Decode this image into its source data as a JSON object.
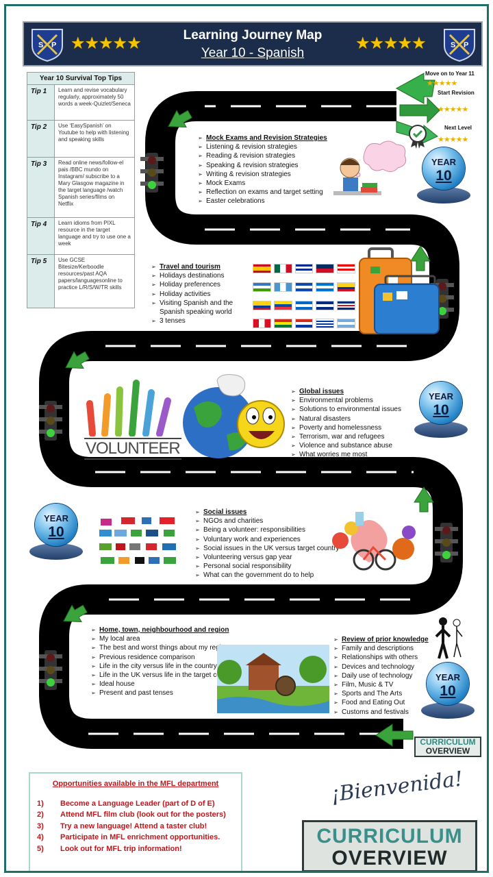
{
  "header": {
    "title": "Learning Journey Map",
    "subtitle": "Year 10 - Spanish",
    "crest_text": "SP",
    "stars": "★★★★★"
  },
  "tips": {
    "heading": "Year 10 Survival Top Tips",
    "items": [
      {
        "label": "Tip 1",
        "text": "Learn and revise vocabulary regularly, approximately 50 words a week-Quizlet/Seneca"
      },
      {
        "label": "Tip 2",
        "text": "Use ‘EasySpanish’ on Youtube to help with listening and speaking skills"
      },
      {
        "label": "Tip 3",
        "text": "Read online news/follow-el pais /BBC mundo on Instagram/ subscribe to a Mary Glasgow magazine in the target language /watch Spanish series/films on Netflix"
      },
      {
        "label": "Tip 4",
        "text": "Learn idioms from PIXL resource in the target language and try to use one a week"
      },
      {
        "label": "Tip 5",
        "text": "Use GCSE Bitesize/Kerboodle resources/past AQA papers/languagesonline to practice L/R/S/W/TR skills"
      }
    ]
  },
  "progress": {
    "move_on": "Move on to Year 11",
    "start_revision": "Start Revision",
    "next_level": "Next Level",
    "mini_stars": "★★★★★"
  },
  "badge": {
    "year_label": "YEAR",
    "year_number": "10"
  },
  "topics": {
    "mock": {
      "title": "Mock Exams and Revision Strategies",
      "items": [
        "Listening & revision strategies",
        "Reading & revision strategies",
        "Speaking & revision strategies",
        "Writing & revision strategies",
        "Mock Exams",
        "Reflection on exams and target setting",
        "Easter celebrations"
      ]
    },
    "travel": {
      "title": "Travel and tourism",
      "items": [
        "Holidays destinations",
        "Holiday preferences",
        "Holiday activities",
        "Visiting Spanish and the Spanish speaking world",
        "3 tenses"
      ]
    },
    "global": {
      "title": "Global issues",
      "items": [
        "Environmental problems",
        "Solutions to environmental issues",
        "Natural disasters",
        "Poverty and homelessness",
        "Terrorism, war and refugees",
        "Violence and substance abuse",
        "What worries me most"
      ]
    },
    "social": {
      "title": "Social issues",
      "items": [
        "NGOs and charities",
        "Being a volunteer: responsibilities",
        "Voluntary work and experiences",
        "Social issues in the UK versus target country",
        "Volunteering versus gap year",
        "Personal social responsibility",
        "What can the government do to help"
      ]
    },
    "home": {
      "title": "Home, town, neighbourhood and region",
      "items": [
        "My local area",
        "The best and worst things about my region",
        "Previous residence comparison",
        "Life in the city versus life in the country",
        "Life in the UK versus life in the target country",
        "Ideal house",
        "Present and past tenses"
      ]
    },
    "review": {
      "title": "Review of prior knowledge",
      "items": [
        "Family and descriptions",
        "Relationships with others",
        "Devices and technology",
        "Daily use of technology",
        "Film, Music & TV",
        "Sports and The Arts",
        "Food and Eating Out",
        "Customs and festivals"
      ]
    }
  },
  "volunteer_word": "VOLUNTEER",
  "opportunities": {
    "title": "Opportunities available in the MFL department",
    "items": [
      {
        "num": "1)",
        "text": "Become a Language Leader (part of D of E)"
      },
      {
        "num": "2)",
        "text": "Attend MFL film club (look out for the posters)"
      },
      {
        "num": "3)",
        "text": "Try a new language! Attend a taster club!"
      },
      {
        "num": "4)",
        "text": "Participate in MFL enrichment opportunities."
      },
      {
        "num": "5)",
        "text": "Look out for MFL trip information!"
      }
    ]
  },
  "bienvenida": "¡Bienvenida!",
  "curriculum": {
    "line1": "CURRICULUM",
    "line2": "OVERVIEW"
  },
  "colors": {
    "road": "#000000",
    "accent_teal": "#1f6e6a",
    "header_bg": "#1b2d4a",
    "arrow_green": "#3ba33b",
    "opps_red": "#c0161b"
  }
}
